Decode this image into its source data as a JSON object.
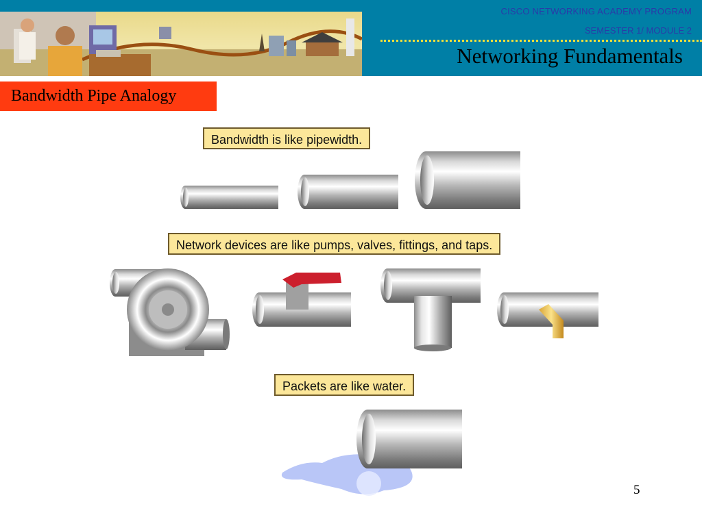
{
  "header": {
    "program": "CISCO NETWORKING ACADEMY PROGRAM",
    "semester": "SEMESTER 1/ MODULE 2",
    "course_title": "Networking Fundamentals"
  },
  "slide": {
    "section_title": "Bandwidth Pipe Analogy",
    "captions": {
      "bandwidth": "Bandwidth is like pipewidth.",
      "devices": "Network devices are like pumps, valves, fittings, and taps.",
      "packets": "Packets are like water."
    },
    "page_number": "5"
  },
  "colors": {
    "header_bg": "#007fa6",
    "section_tab_bg": "#ff3b10",
    "caption_bg": "#fce79a",
    "valve_handle": "#cc1f2d",
    "tap": "#f2c14e",
    "water": "#b9c6f7"
  }
}
